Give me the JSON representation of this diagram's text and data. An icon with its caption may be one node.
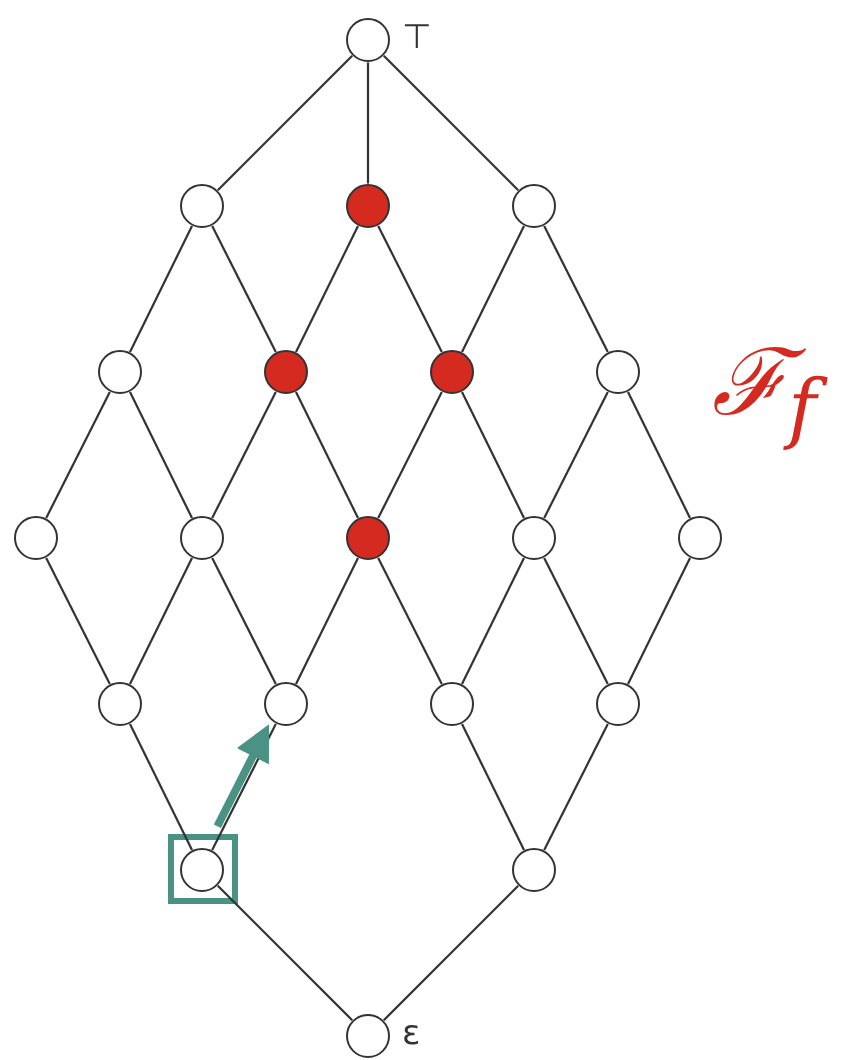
{
  "diagram": {
    "nodes": [
      {
        "text": [],
        "shape": "circle",
        "beside": [
          "⊤"
        ]
      },
      {
        "text": [],
        "shape": "circle"
      },
      {
        "text": [],
        "shape": "circle"
      },
      {
        "text": [],
        "shape": "circle"
      },
      {
        "text": [],
        "shape": "circle"
      },
      {
        "text": [],
        "shape": "circle"
      },
      {
        "text": [],
        "shape": "circle"
      },
      {
        "text": [],
        "shape": "circle"
      },
      {
        "text": [],
        "shape": "circle"
      },
      {
        "text": [],
        "shape": "circle"
      },
      {
        "text": [],
        "shape": "circle"
      },
      {
        "text": [],
        "shape": "circle"
      },
      {
        "text": [],
        "shape": "circle"
      },
      {
        "text": [],
        "shape": "circle"
      },
      {
        "text": [],
        "shape": "circle"
      },
      {
        "text": [],
        "shape": "circle"
      },
      {
        "text": [],
        "shape": "circle"
      },
      {
        "text": [],
        "shape": "circle"
      },
      {
        "text": [],
        "shape": "circle"
      },
      {
        "text": [],
        "shape": "circle",
        "beside": [
          "ε"
        ]
      }
    ],
    "edges": [
      {
        "from": 0,
        "to": 1,
        "arrow": "none"
      },
      {
        "from": 0,
        "to": 2,
        "arrow": "none"
      },
      {
        "from": 0,
        "to": 3,
        "arrow": "none"
      },
      {
        "from": 1,
        "to": 4,
        "arrow": "none"
      },
      {
        "from": 1,
        "to": 5,
        "arrow": "none"
      },
      {
        "from": 2,
        "to": 5,
        "arrow": "none"
      },
      {
        "from": 2,
        "to": 6,
        "arrow": "none"
      },
      {
        "from": 3,
        "to": 6,
        "arrow": "none"
      },
      {
        "from": 3,
        "to": 7,
        "arrow": "none"
      },
      {
        "from": 4,
        "to": 8,
        "arrow": "none"
      },
      {
        "from": 4,
        "to": 9,
        "arrow": "none"
      },
      {
        "from": 5,
        "to": 9,
        "arrow": "none"
      },
      {
        "from": 5,
        "to": 10,
        "arrow": "none"
      },
      {
        "from": 6,
        "to": 10,
        "arrow": "none"
      },
      {
        "from": 6,
        "to": 11,
        "arrow": "none"
      },
      {
        "from": 7,
        "to": 11,
        "arrow": "none"
      },
      {
        "from": 7,
        "to": 12,
        "arrow": "none"
      },
      {
        "from": 8,
        "to": 13,
        "arrow": "none"
      },
      {
        "from": 9,
        "to": 13,
        "arrow": "none"
      },
      {
        "from": 9,
        "to": 14,
        "arrow": "none"
      },
      {
        "from": 10,
        "to": 14,
        "arrow": "none"
      },
      {
        "from": 10,
        "to": 15,
        "arrow": "none"
      },
      {
        "from": 11,
        "to": 15,
        "arrow": "none"
      },
      {
        "from": 11,
        "to": 16,
        "arrow": "none"
      },
      {
        "from": 12,
        "to": 16,
        "arrow": "none"
      },
      {
        "from": 13,
        "to": 17,
        "arrow": "none"
      },
      {
        "from": 14,
        "to": 17,
        "arrow": "none"
      },
      {
        "from": 15,
        "to": 18,
        "arrow": "none"
      },
      {
        "from": 16,
        "to": 18,
        "arrow": "none"
      },
      {
        "from": 17,
        "to": 19,
        "arrow": "none"
      },
      {
        "from": 18,
        "to": 19,
        "arrow": "none"
      },
      {
        "from": 17,
        "to": 14,
        "arrow": "to",
        "style": "thick",
        "color": "#4a9384"
      }
    ],
    "labels": [
      "ℱ$_{f}$"
    ]
  }
}
